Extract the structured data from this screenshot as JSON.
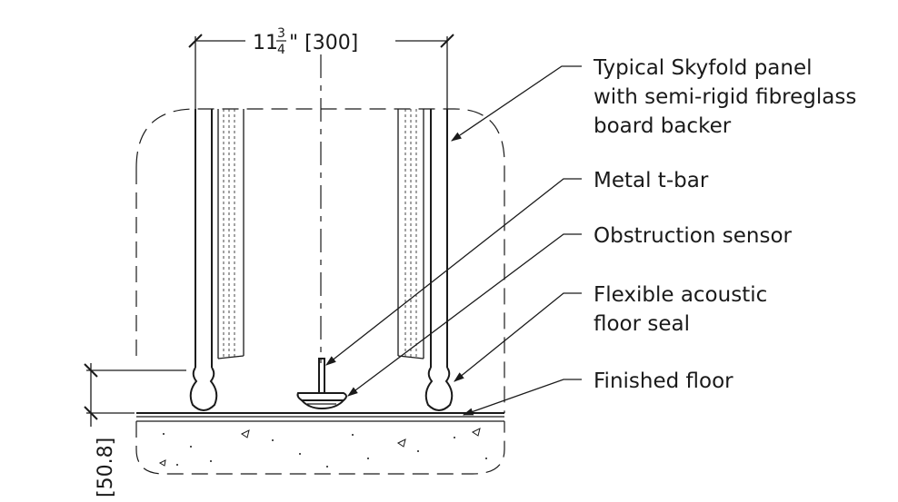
{
  "dimension_width": {
    "whole": "11",
    "num": "3",
    "den": "4",
    "suffix": "\" [300]"
  },
  "dimension_height": "[50.8]",
  "callouts": {
    "panel": [
      "Typical Skyfold panel",
      "with semi-rigid fibreglass",
      "board backer"
    ],
    "tbar": [
      "Metal t-bar"
    ],
    "sensor": [
      "Obstruction sensor"
    ],
    "seal": [
      "Flexible acoustic",
      "floor seal"
    ],
    "floor": [
      "Finished floor"
    ]
  },
  "colors": {
    "ink": "#1a1a1a",
    "background": "#ffffff"
  }
}
